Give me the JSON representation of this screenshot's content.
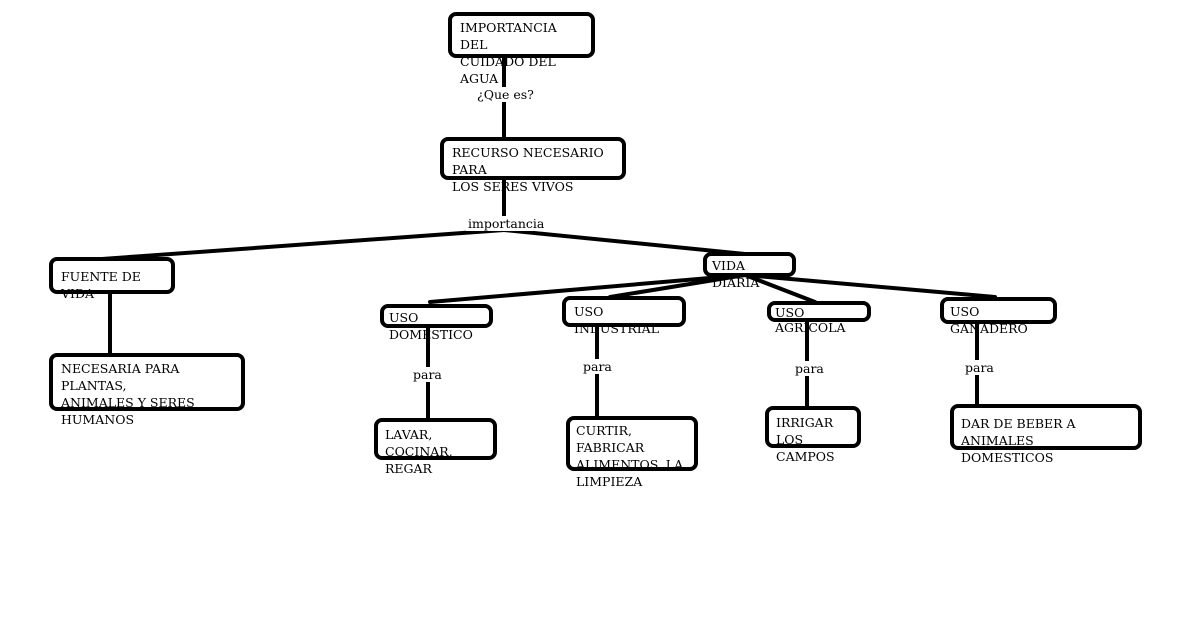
{
  "nodes": {
    "root": "IMPORTANCIA DEL\nCUIDADO DEL AGUA",
    "recurso": "RECURSO NECESARIO PARA\nLOS SERES VIVOS",
    "fuente": "FUENTE DE VIDA",
    "necesaria": "NECESARIA PARA PLANTAS,\nANIMALES Y SERES\nHUMANOS",
    "vida_diaria": "VIDA DIARIA",
    "domestico": "USO DOMESTICO",
    "industrial": "USO INDUSTRIAL",
    "agricola": "USO AGRICOLA",
    "ganadero": "USO GANADERO",
    "lavar": "LAVAR, COCINAR,\nREGAR",
    "curtir": "CURTIR, FABRICAR\nALIMENTOS, LA\nLIMPIEZA",
    "irrigar": "IRRIGAR LOS\nCAMPOS",
    "dar": "DAR DE BEBER A ANIMALES\nDOMESTICOS"
  },
  "labels": {
    "que_es": "¿Que es?",
    "importancia": "importancia",
    "para_1": "para",
    "para_2": "para",
    "para_3": "para",
    "para_4": "para"
  }
}
